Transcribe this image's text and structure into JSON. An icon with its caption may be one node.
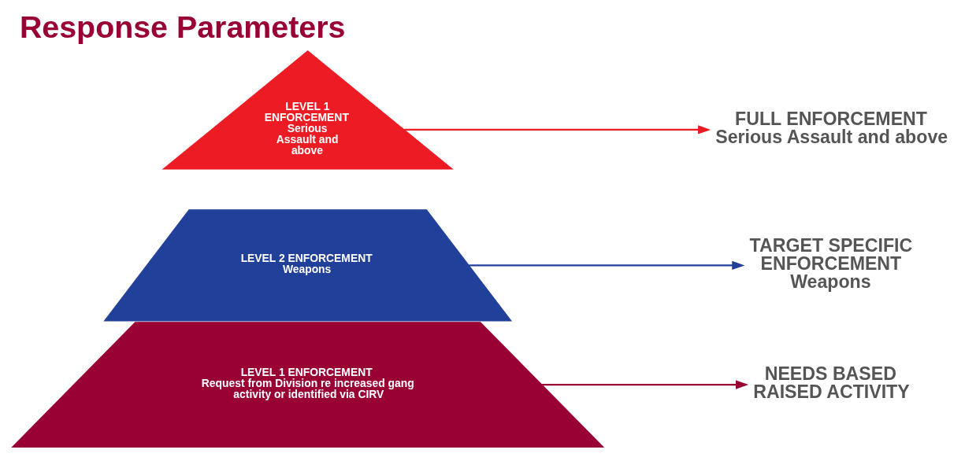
{
  "diagram": {
    "title": "Response Parameters",
    "nodes": [
      {
        "text": [
          "LEVEL 1 ENFORCEMENT",
          "Serious Assault and above"
        ]
      },
      {
        "text": [
          "LEVEL 2 ENFORCEMENT",
          "Weapons"
        ]
      },
      {
        "text": [
          "LEVEL 1 ENFORCEMENT",
          "Request from Division re increased gang activity or identified via CIRV"
        ]
      },
      {
        "text": [
          "FULL ENFORCEMENT",
          "Serious Assault and above"
        ]
      },
      {
        "text": [
          "TARGET SPECIFIC ENFORCEMENT",
          "Weapons"
        ]
      },
      {
        "text": [
          "NEEDS BASED RAISED ACTIVITY"
        ]
      }
    ],
    "edges": [
      {
        "from": 0,
        "to": 3,
        "arrow": "to",
        "color": "#ed1c24"
      },
      {
        "from": 1,
        "to": 4,
        "arrow": "to",
        "color": "#21409a"
      },
      {
        "from": 2,
        "to": 5,
        "arrow": "to",
        "color": "#990033"
      }
    ]
  }
}
